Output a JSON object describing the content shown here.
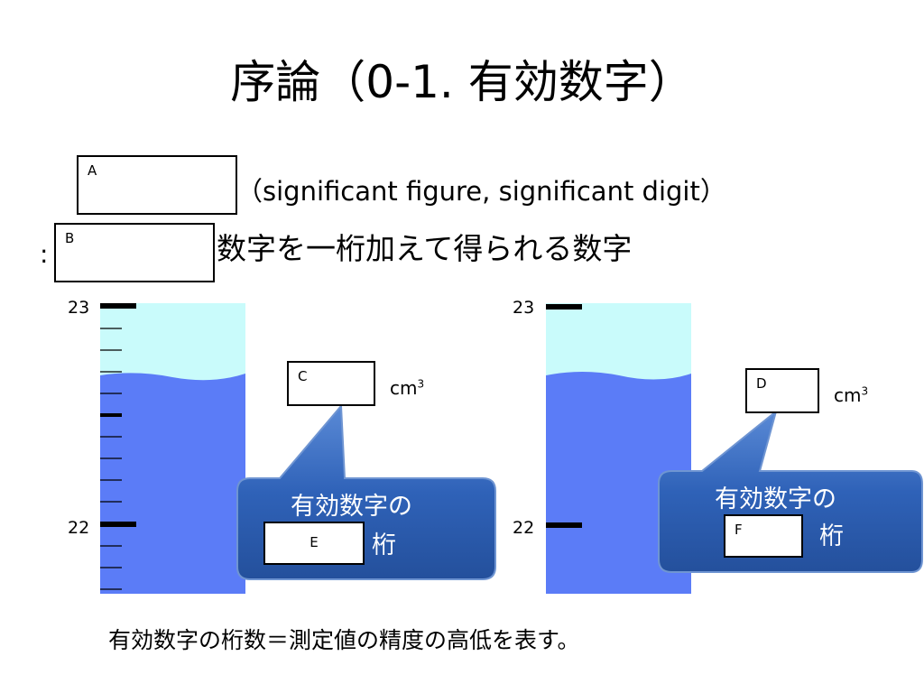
{
  "slide": {
    "title": "序論（0-1.  有効数字）",
    "definition_line": "（significant figure, significant digit）",
    "colon": ":",
    "description": "数字を一桁加えて得られる数字",
    "footer": "有効数字の桁数＝測定値の精度の高低を表す。"
  },
  "blanks": {
    "A": "A",
    "B": "B",
    "C": "C",
    "D": "D",
    "E": "E",
    "F": "F"
  },
  "left_cylinder": {
    "label_top": "23",
    "label_bottom": "22",
    "unit": "cm",
    "unit_exp": "3",
    "callout_line1": "有効数字の",
    "callout_line2": "桁"
  },
  "right_cylinder": {
    "label_top": "23",
    "label_bottom": "22",
    "unit": "cm",
    "unit_exp": "3",
    "callout_line1": "有効数字の",
    "callout_line2": "桁"
  },
  "colors": {
    "liquid": "#5b7cf7",
    "air": "#c9fbfb",
    "callout": "#2f62b8",
    "callout_edge": "#5a83c9"
  }
}
